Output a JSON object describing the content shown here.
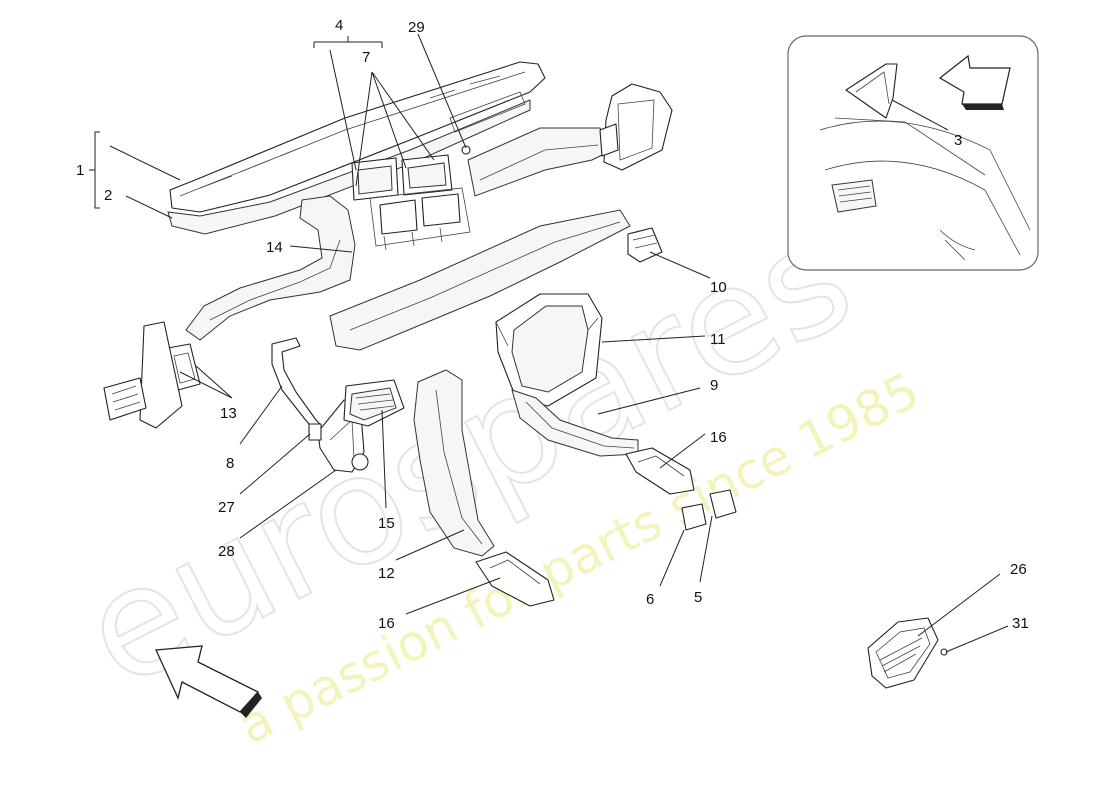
{
  "colors": {
    "line": "#222222",
    "watermark_outline": "#e4e4e4",
    "watermark_tagline": "#efefa6"
  },
  "watermark": {
    "brand": "eurospares",
    "tagline": "a passion for parts since 1985"
  },
  "callouts": {
    "c1": "1",
    "c2": "2",
    "c3": "3",
    "c4": "4",
    "c5": "5",
    "c6": "6",
    "c7": "7",
    "c8": "8",
    "c9": "9",
    "c10": "10",
    "c11": "11",
    "c12": "12",
    "c13": "13",
    "c14": "14",
    "c15": "15",
    "c16a": "16",
    "c16b": "16",
    "c26": "26",
    "c27": "27",
    "c28": "28",
    "c29": "29",
    "c31": "31"
  },
  "icons": {
    "front_arrow": "arrow-front-icon",
    "inset_arrow": "arrow-inset-icon"
  }
}
